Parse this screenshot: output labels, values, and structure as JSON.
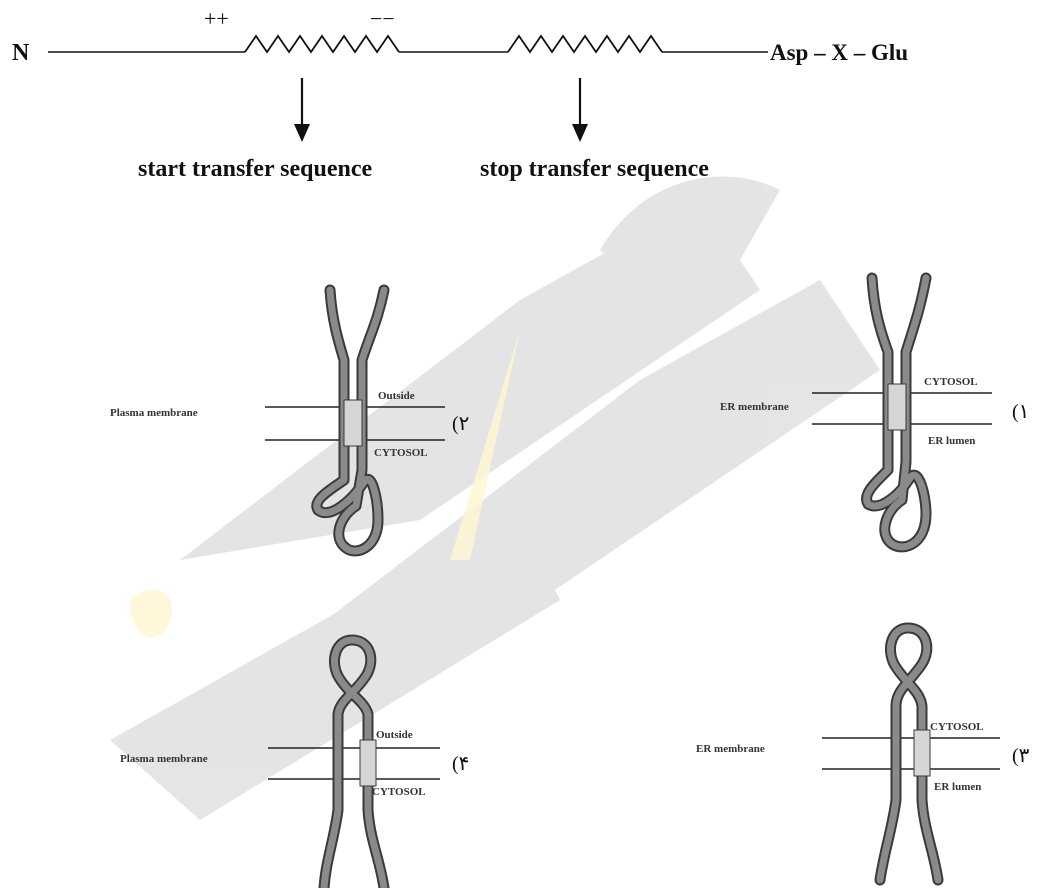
{
  "top_diagram": {
    "n_terminus": "N",
    "positive_charges": "++",
    "negative_charges": "−−",
    "c_terminus": "Asp – X – Glu",
    "start_label": "start transfer sequence",
    "stop_label": "stop transfer sequence"
  },
  "options": [
    {
      "number": "(۱",
      "membrane": "ER membrane",
      "upper_side": "CYTOSOL",
      "lower_side": "ER lumen"
    },
    {
      "number": "(۲",
      "membrane": "Plasma membrane",
      "upper_side": "Outside",
      "lower_side": "CYTOSOL"
    },
    {
      "number": "(۳",
      "membrane": "ER membrane",
      "upper_side": "CYTOSOL",
      "lower_side": "ER lumen"
    },
    {
      "number": "(۴",
      "membrane": "Plasma membrane",
      "upper_side": "Outside",
      "lower_side": "CYTOSOL"
    }
  ],
  "colors": {
    "ink": "#111111",
    "protein": "#8a8a8a",
    "protein_edge": "#3a3a3a",
    "helix_fill": "#d6d6d6",
    "watermark_dark": "#5f5f5f",
    "watermark_accent": "#f5c400"
  }
}
